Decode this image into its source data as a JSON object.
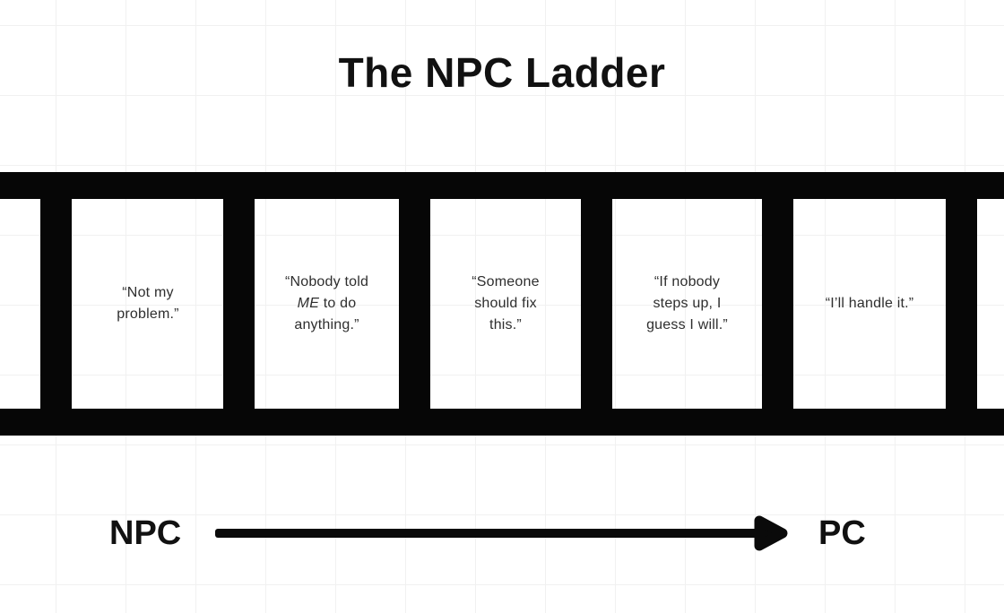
{
  "title": "The NPC Ladder",
  "ladder": {
    "quotes": [
      {
        "segments": [
          {
            "text": "“Not my\nproblem.”"
          }
        ]
      },
      {
        "segments": [
          {
            "text": "“Nobody told\n"
          },
          {
            "text": "ME",
            "italic": true
          },
          {
            "text": " to do\nanything.”"
          }
        ]
      },
      {
        "segments": [
          {
            "text": "“Someone\nshould fix\nthis.”"
          }
        ]
      },
      {
        "segments": [
          {
            "text": "“If nobody\nsteps up, I\nguess I will.”"
          }
        ]
      },
      {
        "segments": [
          {
            "text": "“I’ll handle it.”"
          }
        ]
      }
    ]
  },
  "axis": {
    "start_label": "NPC",
    "end_label": "PC"
  },
  "icons": {
    "arrow": "arrow-right-icon"
  },
  "colors": {
    "ink": "#060606",
    "title_text": "#111111",
    "quote_text": "#2e2e2e",
    "grid_line": "#f1f1f1",
    "background": "#ffffff"
  }
}
